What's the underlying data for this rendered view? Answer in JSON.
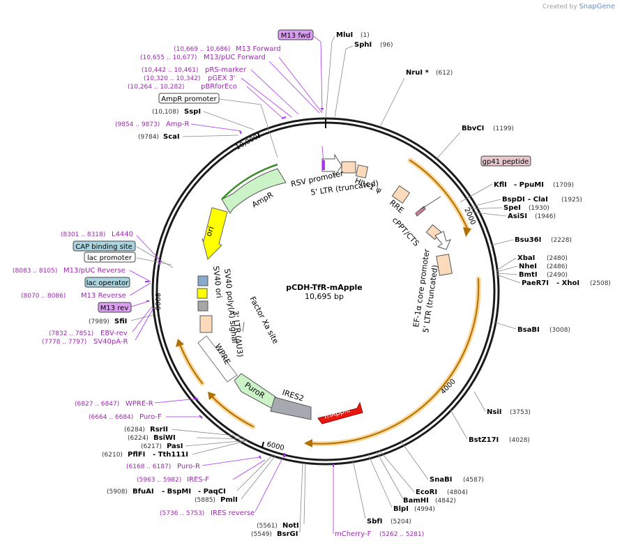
{
  "credit": {
    "prefix": "Created by",
    "brand": "SnapGene"
  },
  "center": {
    "name": "pCDH-TfR-mApple",
    "size": "10,695 bp"
  },
  "colors": {
    "enzyme": "#000000",
    "primer": "#9c27b0",
    "coord": "#333333",
    "primerCoord": "#9c27b0",
    "ring": "#1a1a1a",
    "orange": "#f5a623"
  },
  "ticks": [
    "2000",
    "4000",
    "6000",
    "8000",
    "10,000"
  ],
  "enzymes": [
    {
      "name": "MluI",
      "pos": "(1)"
    },
    {
      "name": "SphI",
      "pos": "(96)"
    },
    {
      "name": "NruI *",
      "pos": "(612)"
    },
    {
      "name": "BbvCI",
      "pos": "(1199)"
    },
    {
      "name": "KflI",
      "name2": "- PpuMI",
      "pos": "(1709)"
    },
    {
      "name": "BspDI",
      "name2": "- ClaI",
      "pos": "(1925)"
    },
    {
      "name": "SpeI",
      "pos": "(1930)"
    },
    {
      "name": "AsiSI",
      "pos": "(1946)"
    },
    {
      "name": "Bsu36I",
      "pos": "(2228)"
    },
    {
      "name": "XbaI",
      "pos": "(2480)"
    },
    {
      "name": "NheI",
      "pos": "(2486)"
    },
    {
      "name": "BmtI",
      "pos": "(2490)"
    },
    {
      "name": "PaeR7I",
      "name2": "- XhoI",
      "pos": "(2508)"
    },
    {
      "name": "BsaBI",
      "pos": "(3008)"
    },
    {
      "name": "NsiI",
      "pos": "(3753)"
    },
    {
      "name": "BstZ17I",
      "pos": "(4028)"
    },
    {
      "name": "SnaBI",
      "pos": "(4587)"
    },
    {
      "name": "EcoRI",
      "pos": "(4804)"
    },
    {
      "name": "BamHI",
      "pos": "(4842)"
    },
    {
      "name": "BlpI",
      "pos": "(4994)"
    },
    {
      "name": "SbfI",
      "pos": "(5204)"
    },
    {
      "name": "NotI",
      "pos": "(5561)"
    },
    {
      "name": "BsrGI",
      "pos": "(5549)"
    },
    {
      "name": "PmlI",
      "pos": "(5885)"
    },
    {
      "name": "BfuAI",
      "name2": "- BspMI",
      "name3": "- PaqCI",
      "pos": "(5908)"
    },
    {
      "name": "PflFI",
      "name2": "- Tth111I",
      "pos": "(6210)"
    },
    {
      "name": "PasI",
      "pos": "(6217)"
    },
    {
      "name": "BsiWI",
      "pos": "(6224)"
    },
    {
      "name": "RsrII",
      "pos": "(6284)"
    },
    {
      "name": "SfiI",
      "pos": "(7989)"
    },
    {
      "name": "ScaI",
      "pos": "(9784)"
    },
    {
      "name": "SspI",
      "pos": "(10,108)"
    }
  ],
  "primers": [
    {
      "name": "M13 Forward",
      "pos": "(10,669 .. 10,686)"
    },
    {
      "name": "M13/pUC Forward",
      "pos": "(10,655 .. 10,677)"
    },
    {
      "name": "pRS-marker",
      "pos": "(10,442 .. 10,461)"
    },
    {
      "name": "pGEX 3'",
      "pos": "(10,320 .. 10,342)"
    },
    {
      "name": "pBRforEco",
      "pos": "(10,264 .. 10,282)"
    },
    {
      "name": "Amp-R",
      "pos": "(9854 .. 9873)"
    },
    {
      "name": "L4440",
      "pos": "(8301 .. 8318)"
    },
    {
      "name": "M13/pUC Reverse",
      "pos": "(8083 .. 8105)"
    },
    {
      "name": "M13 Reverse",
      "pos": "(8070 .. 8086)"
    },
    {
      "name": "EBV-rev",
      "pos": "(7832 .. 7851)"
    },
    {
      "name": "SV40pA-R",
      "pos": "(7778 .. 7797)"
    },
    {
      "name": "WPRE-R",
      "pos": "(6827 .. 6847)"
    },
    {
      "name": "Puro-F",
      "pos": "(6664 .. 6684)"
    },
    {
      "name": "Puro-R",
      "pos": "(6168 .. 6187)"
    },
    {
      "name": "IRES-F",
      "pos": "(5963 .. 5982)"
    },
    {
      "name": "IRES reverse",
      "pos": "(5736 .. 5753)"
    },
    {
      "name": "mCherry-F",
      "pos": "(5262 .. 5281)"
    }
  ],
  "boxes": {
    "m13fwd": "M13 fwd",
    "gp41": "gp41 peptide",
    "ampr_promoter": "AmpR promoter",
    "cap": "CAP binding site",
    "lac_promoter": "lac promoter",
    "lac_operator": "lac operator",
    "m13rev": "M13 rev"
  },
  "features": {
    "rsv": "RSV promoter",
    "ltr5": "5' LTR (truncated)",
    "hiv": "HIV-1 ψ",
    "rre": "RRE",
    "cppt": "cPPT/CTS",
    "ef1a": "EF-1α core promoter",
    "ltr5b": "5' LTR (truncated)",
    "ampr": "AmpR",
    "ori": "ori",
    "sv40ori": "SV40 ori",
    "sv40pa": "SV40 poly(A) signal",
    "ltr3": "3' LTR (ΔU3)",
    "factorxa": "Factor Xa site",
    "wpre": "WPRE",
    "puror": "PuroR",
    "ires": "IRES2",
    "mapple": "mApple"
  }
}
